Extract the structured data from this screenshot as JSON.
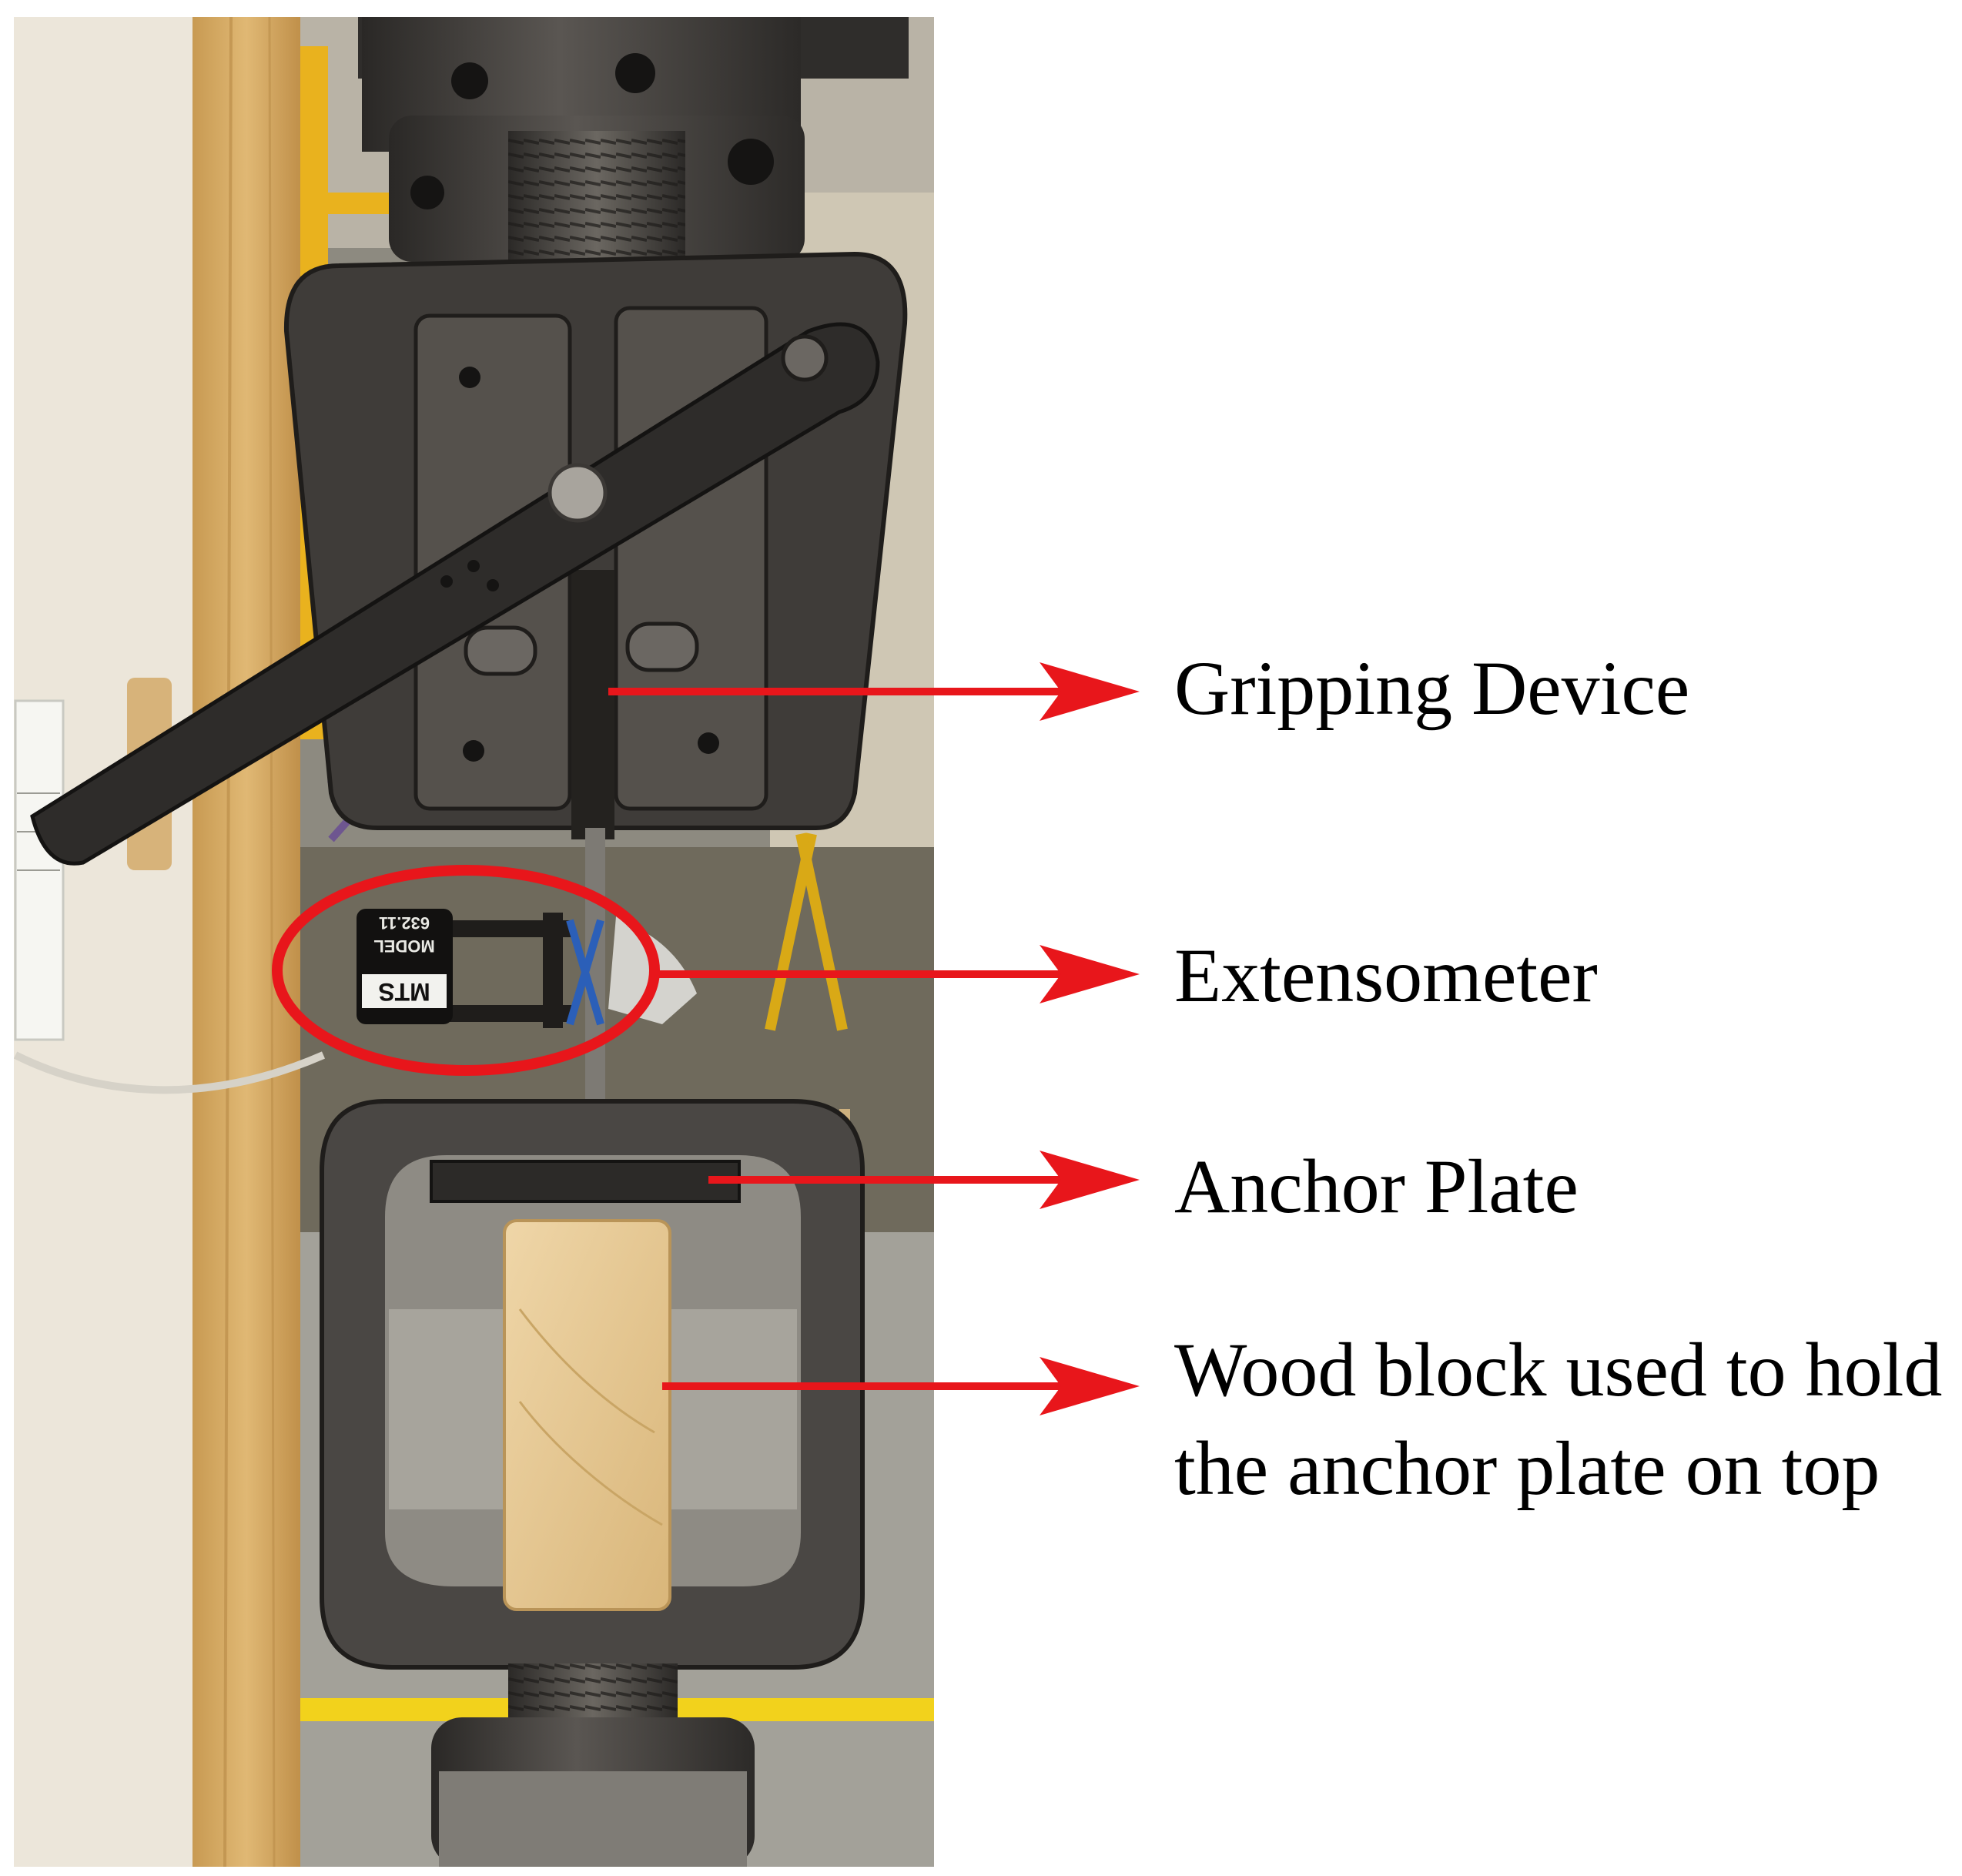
{
  "annotations": {
    "gripping_device": "Gripping Device",
    "extensometer": "Extensometer",
    "anchor_plate": "Anchor Plate",
    "wood_block_line1": "Wood block used to hold",
    "wood_block_line2": "the anchor plate on top"
  },
  "photo": {
    "extensometer_brand": "MTS",
    "extensometer_model_label": "MODEL",
    "extensometer_model_number": "632.11"
  },
  "colors": {
    "arrow": "#e8161b",
    "highlight_circle": "#e8161b",
    "steel": "#3c3a38",
    "plywood": "#d8b06a",
    "wood_block": "#e6c998",
    "wall": "#ece6da",
    "floor": "#9a9890",
    "safety_yellow": "#f2d21c"
  }
}
